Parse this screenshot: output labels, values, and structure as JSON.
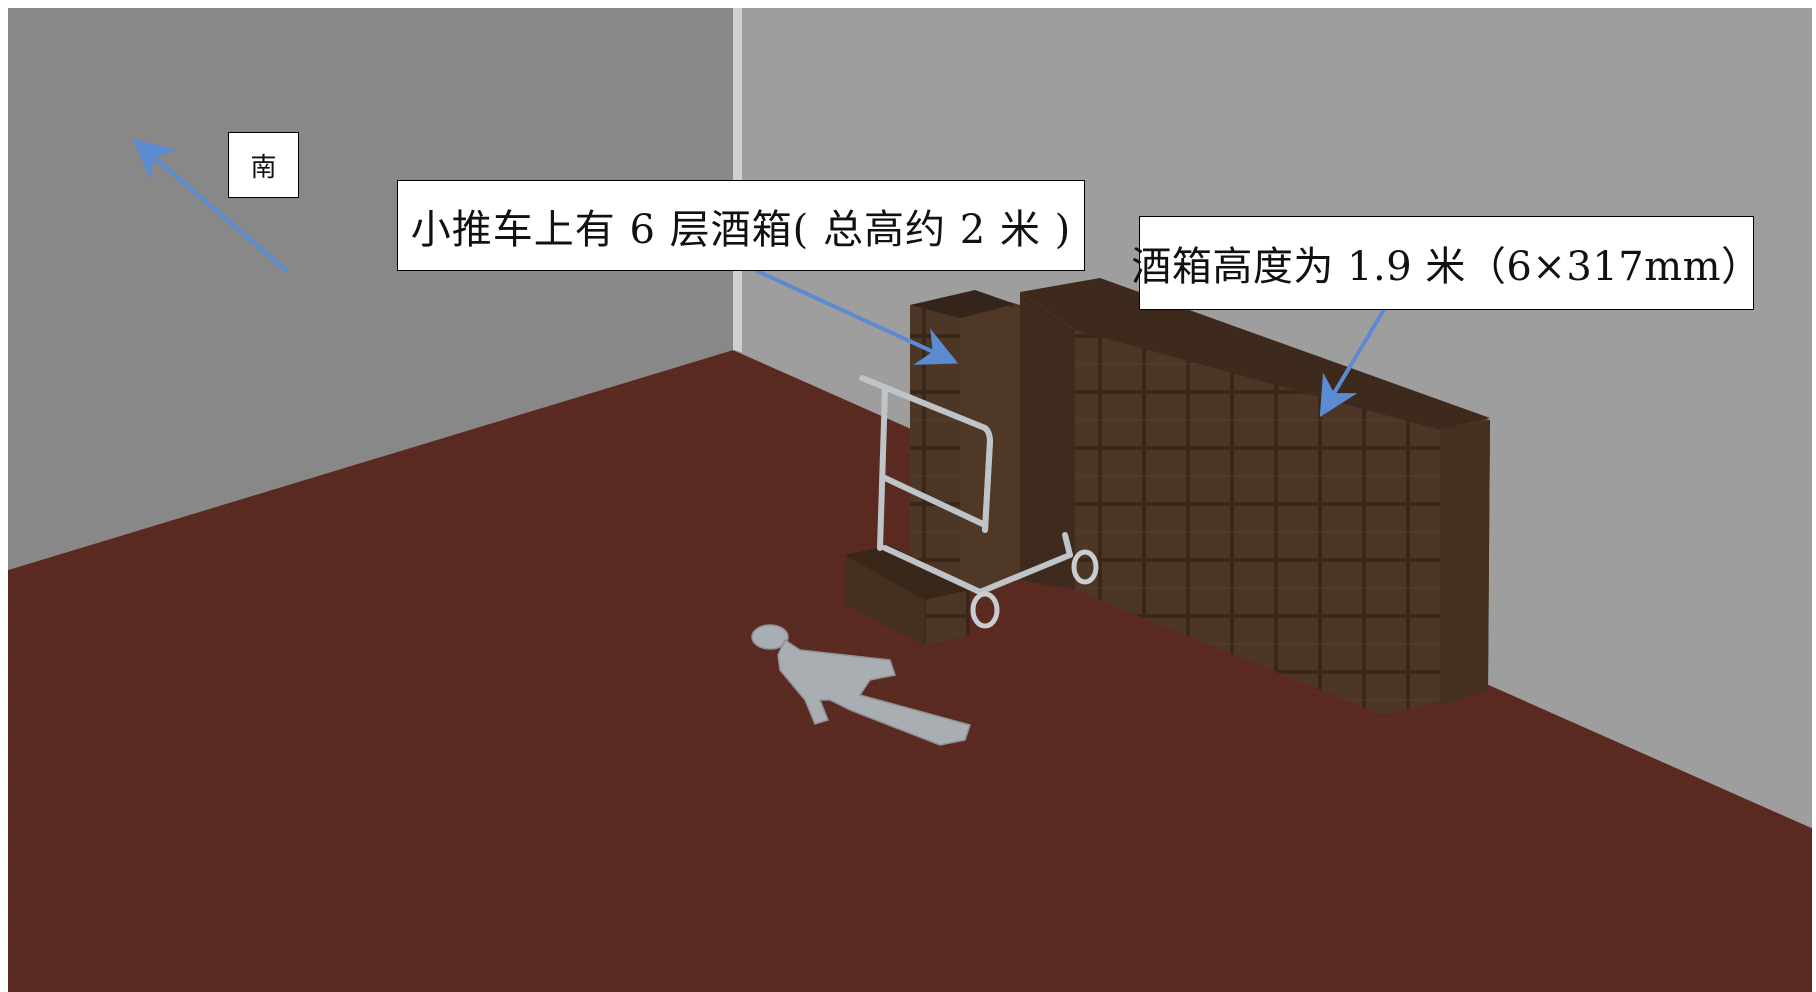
{
  "labels": {
    "direction_south": "南",
    "cart_note": "小推车上有 6 层酒箱( 总高约 2 米 )",
    "crate_height_note": "酒箱高度为 1.9 米（6×317mm）"
  },
  "colors": {
    "wall_left": "#878787",
    "wall_right": "#9d9d9d",
    "floor": "#5b2b22",
    "crate": "#4a3424",
    "cart_metal": "#b9bec3",
    "figure": "#a8adb2",
    "arrow": "#5b8bd0",
    "box_border": "#000000",
    "box_fill": "#ffffff"
  },
  "icons": {
    "south_arrow": "arrow-up-left-icon",
    "cart_arrow": "arrow-down-right-icon",
    "crate_arrow": "arrow-down-left-icon"
  }
}
